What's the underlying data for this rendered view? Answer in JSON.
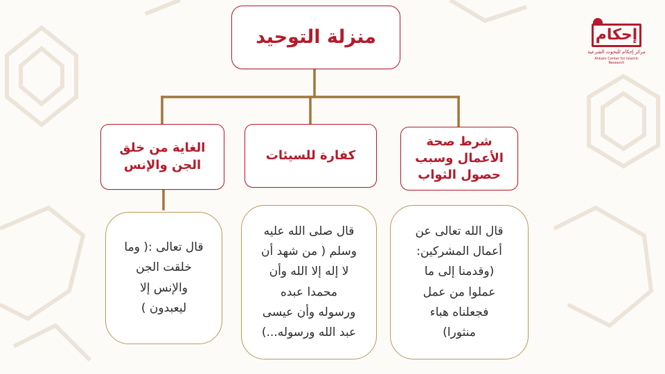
{
  "colors": {
    "accent": "#b31b2c",
    "connector": "#a0773b",
    "quote_border": "#b59a5a",
    "pattern": "#ece4d8"
  },
  "root": {
    "label": "منزلة التوحيد"
  },
  "branches": [
    {
      "id": "ghaya",
      "label_lines": [
        "الغاية من خلق",
        "الجن والإنس"
      ],
      "quote": "قال تعالى :( وما\nخلقت الجن\nوالإنس إلا\nليعبدون )"
    },
    {
      "id": "kaffara",
      "label_lines": [
        "كفارة للسيئات"
      ],
      "quote": "قال صلى الله عليه\nوسلم ( من شهد أن\nلا إله إلا الله وأن\nمحمدا عبده\nورسوله وأن عيسى\nعبد الله ورسوله...)"
    },
    {
      "id": "shart",
      "label_lines": [
        "شرط صحة",
        "الأعمال وسبب",
        "حصول الثواب"
      ],
      "quote": "قال الله تعالى عن\nأعمال المشركين:\n(وقدمنا إلى ما\nعملوا من عمل\nفجعلناه هباء\nمنثورا)"
    }
  ],
  "logo": {
    "name": "إحكام",
    "subtitle": "مركز إحكام للبحوث الشرعية",
    "subtitle_en": "Ahkam Center for Islamic Research"
  }
}
